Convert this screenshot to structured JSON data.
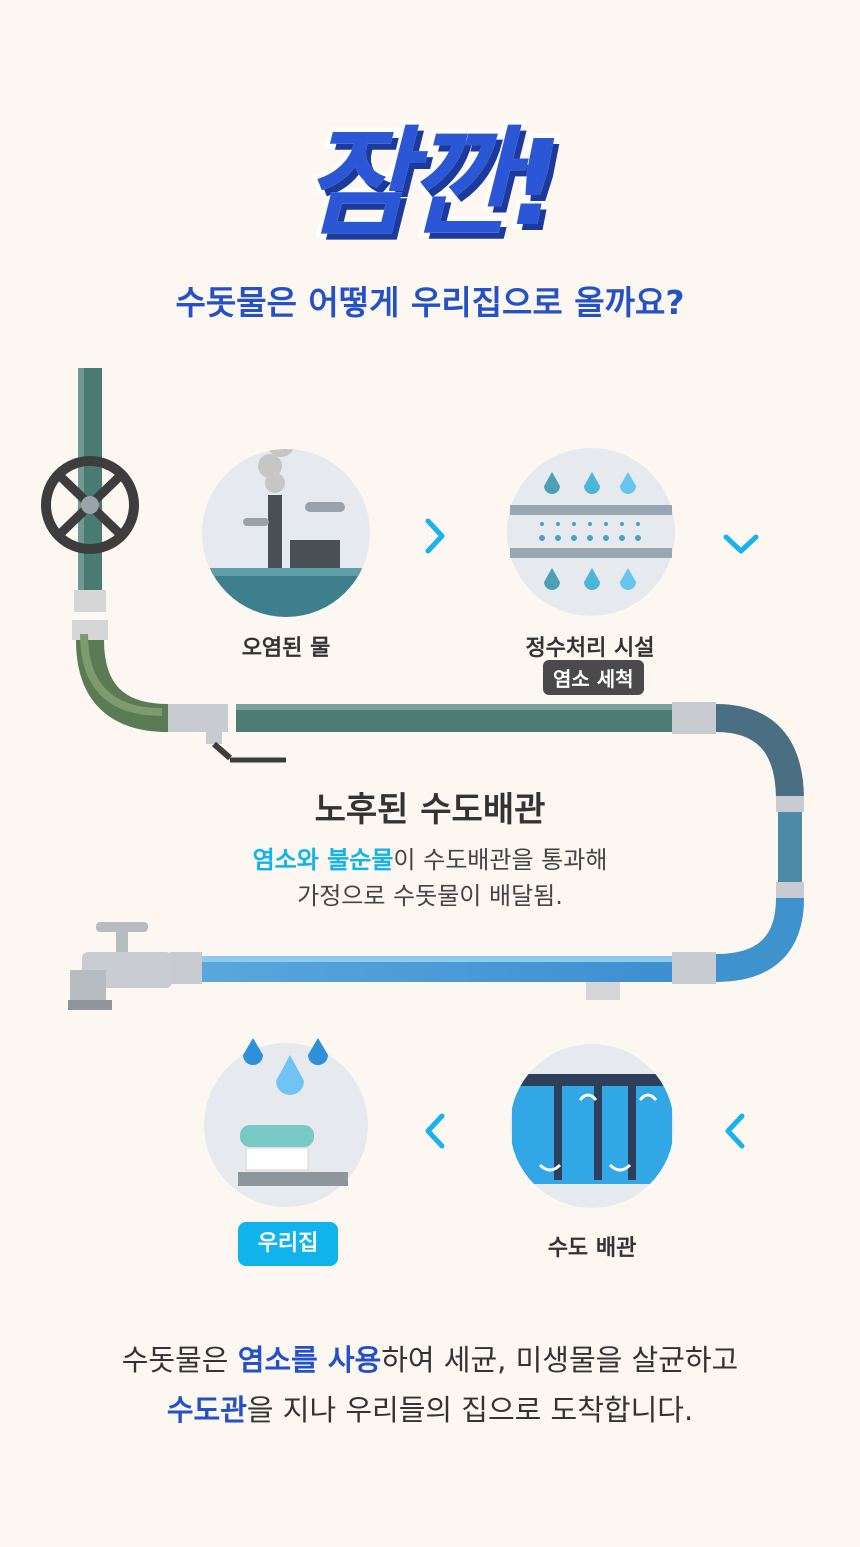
{
  "header": {
    "title": "잠깐!",
    "subtitle": "수돗물은 어떻게 우리집으로 올까요?"
  },
  "steps": {
    "polluted": {
      "label": "오염된 물"
    },
    "treatment": {
      "label": "정수처리 시설",
      "tag": "염소 세척"
    },
    "home": {
      "tag": "우리집"
    },
    "pipe_step": {
      "label": "수도 배관"
    }
  },
  "pipe": {
    "title": "노후된 수도배관",
    "desc_hl": "염소와 불순물",
    "desc_rest": "이 수도배관을 통과해",
    "desc_line2": "가정으로 수돗물이  배달됨."
  },
  "footer": {
    "line1_pre": "수돗물은 ",
    "line1_hl": "염소를 사용",
    "line1_post": "하여 세균, 미생물을 살균하고",
    "line2_hl": "수도관",
    "line2_post": "을 지나 우리들의 집으로 도착합니다."
  },
  "colors": {
    "accent_blue": "#2450c8",
    "accent_cyan": "#10b3ec",
    "background": "#fcf7f0"
  }
}
